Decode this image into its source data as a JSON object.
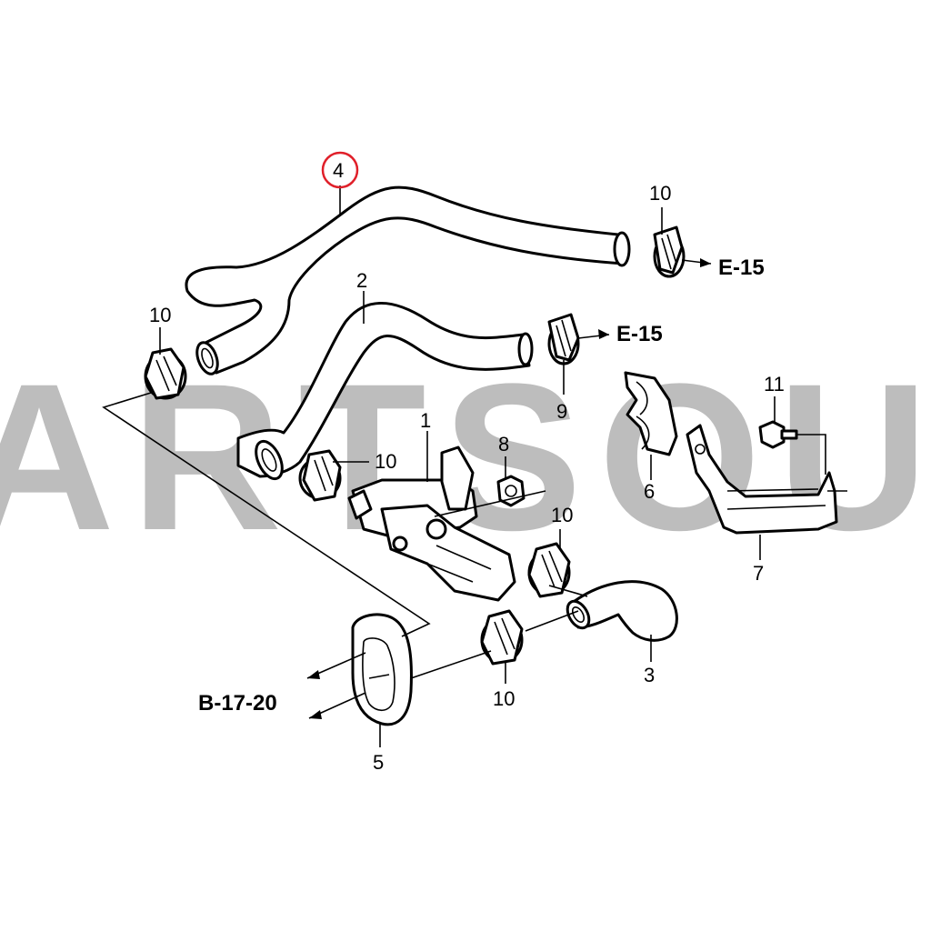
{
  "watermark": "ARTSOUQ.C",
  "callouts": {
    "p1": "1",
    "p2": "2",
    "p3": "3",
    "p4": "4",
    "p5": "5",
    "p6": "6",
    "p7": "7",
    "p8": "8",
    "p9": "9",
    "p10a": "10",
    "p10b": "10",
    "p10c": "10",
    "p10d": "10",
    "p10e": "10",
    "p11": "11"
  },
  "references": {
    "e15_top": "E-15",
    "e15_mid": "E-15",
    "b17_20": "B-17-20"
  },
  "colors": {
    "highlight": "#e0202a",
    "watermark": "#bdbdbd",
    "line": "#000000"
  },
  "highlighted_part": "4"
}
